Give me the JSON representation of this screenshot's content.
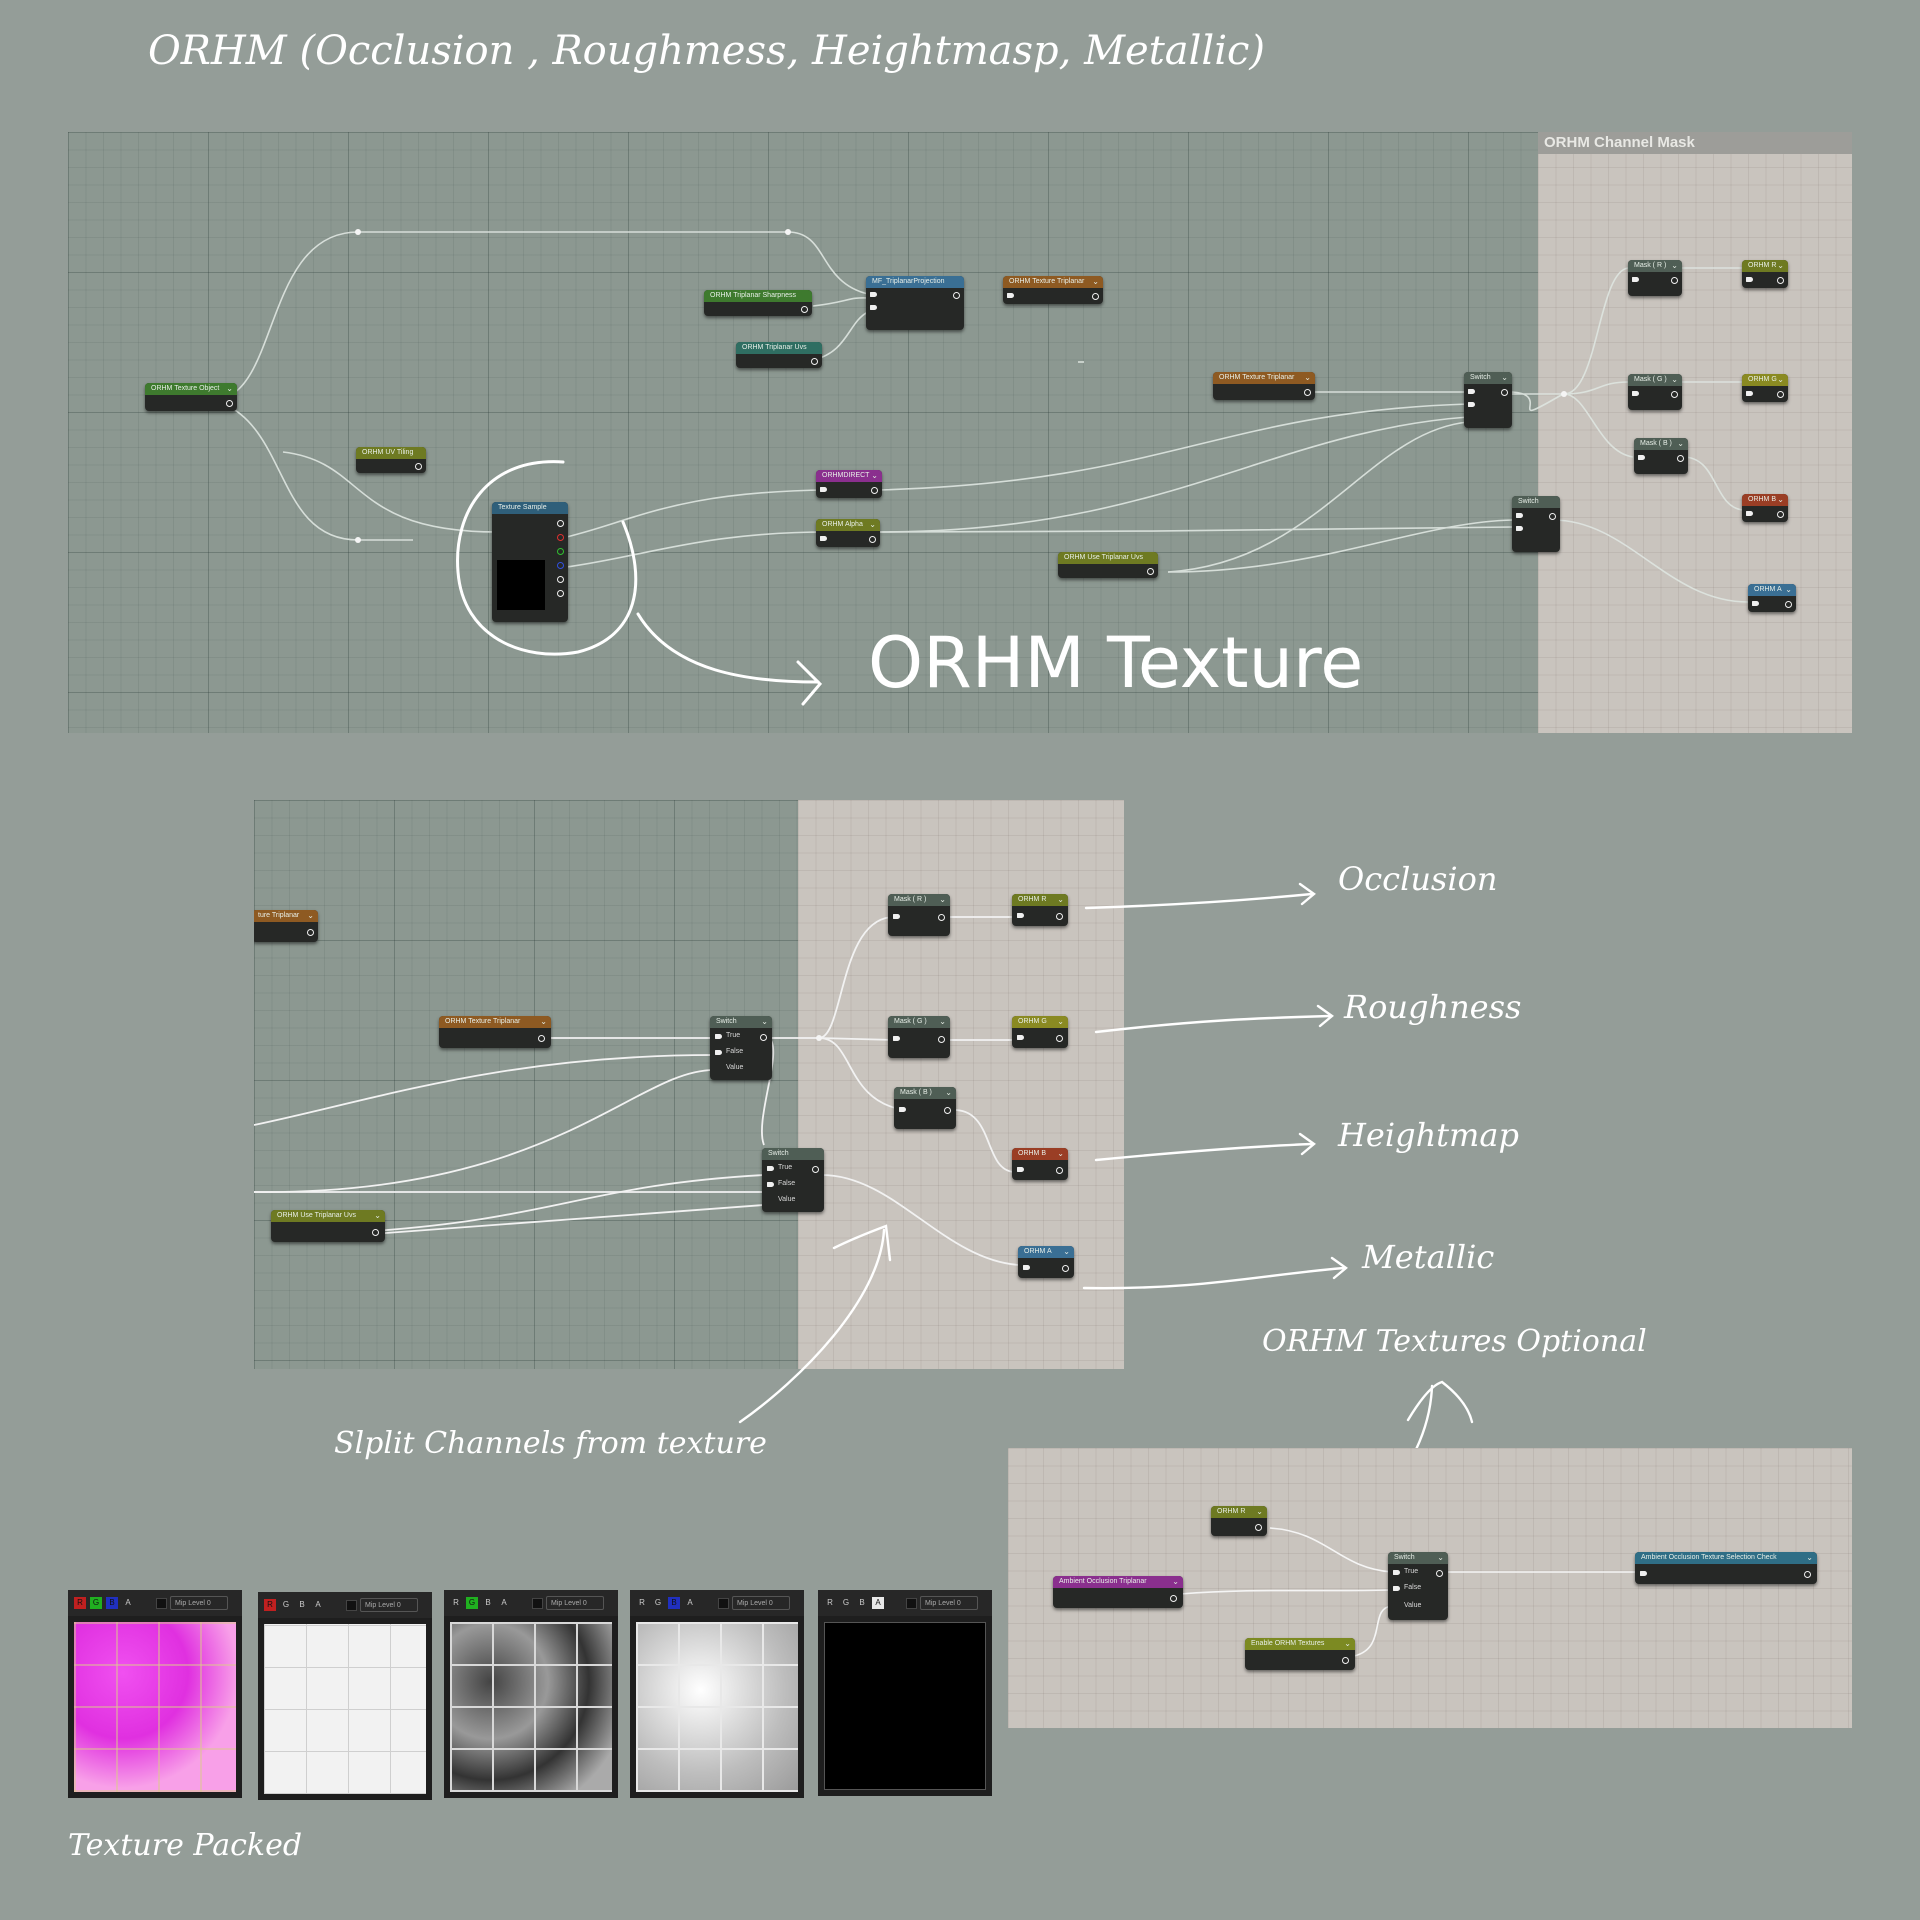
{
  "title": "ORHM (Occlusion , Roughmess, Heightmasp, Metallic)",
  "annotations": {
    "orhm_texture": "ORHM Texture",
    "occlusion": "Occlusion",
    "roughness": "Roughness",
    "heightmap": "Heightmap",
    "metallic": "Metallic",
    "split_channels": "Slplit Channels from texture",
    "optional": "ORHM Textures Optional",
    "texture_packed": "Texture Packed"
  },
  "top_graph": {
    "comment_title": "ORHM Channel Mask",
    "nodes": {
      "texture_object": "ORHM Texture Object",
      "uv_tiling": "ORHM UV Tiling",
      "texture_sample": "Texture Sample",
      "triplanar_sharpness": "ORHM Triplanar Sharpness",
      "triplanar_uvs": "ORHM Triplanar Uvs",
      "triplanar_projection": "MF_TriplanarProjection",
      "texture_triplanar_a": "ORHM Texture Triplanar",
      "texture_triplanar_b": "ORHM Texture Triplanar",
      "orhm_direct": "ORHMDIRECT",
      "orhm_alpha": "ORHM Alpha",
      "use_triplanar_uvs": "ORHM Use Triplanar Uvs",
      "switch_a": "Switch",
      "switch_b": "Switch",
      "mask_r": "Mask ( R )",
      "mask_g": "Mask ( G )",
      "mask_b": "Mask ( B )",
      "out_r": "ORHM R",
      "out_g": "ORHM G",
      "out_b": "ORHM B",
      "out_a": "ORHM A"
    }
  },
  "mid_graph": {
    "nodes": {
      "texture_triplanar_cut": "ture Triplanar",
      "texture_triplanar": "ORHM Texture Triplanar",
      "use_triplanar_uvs": "ORHM Use Triplanar Uvs",
      "switch_a": "Switch",
      "switch_b": "Switch",
      "mask_r": "Mask ( R )",
      "mask_g": "Mask ( G )",
      "mask_b": "Mask ( B )",
      "out_r": "ORHM R",
      "out_g": "ORHM G",
      "out_b": "ORHM B",
      "out_a": "ORHM A"
    },
    "switch_pins": {
      "true": "True",
      "false": "False",
      "value": "Value"
    }
  },
  "opt_graph": {
    "nodes": {
      "orhm_r": "ORHM R",
      "ao_triplanar": "Ambient Occlusion Triplanar",
      "enable_textures": "Enable ORHM Textures",
      "switch": "Switch",
      "ao_check": "Ambient Occlusion Texture Selection Check"
    },
    "switch_pins": {
      "true": "True",
      "false": "False",
      "value": "Value"
    }
  },
  "texture_viewers": {
    "channels": {
      "r": "R",
      "g": "G",
      "b": "B",
      "a": "A"
    },
    "mip_label": "Mip Level 0"
  },
  "colors": {
    "bg": "#949d98",
    "node_green": "#3e7a2e",
    "node_teal": "#2f6e62",
    "node_blue": "#3a6f94",
    "node_orange": "#8e5a22",
    "node_olive": "#6e7a22",
    "node_purple": "#8a2f8e",
    "node_red": "#9a3e25",
    "node_gray": "#4f5e55"
  }
}
